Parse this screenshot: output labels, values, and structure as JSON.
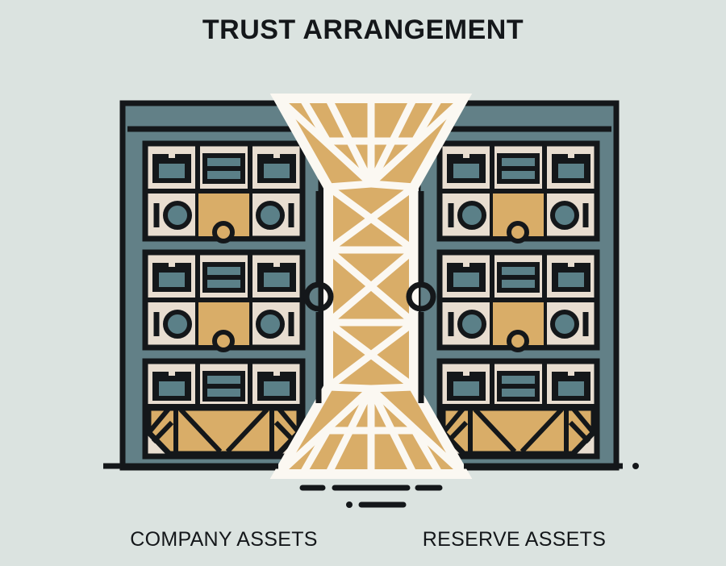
{
  "title": "TRUST ARRANGEMENT",
  "captions": {
    "left": "COMPANY ASSETS",
    "right": "RESERVE ASSETS"
  },
  "colors": {
    "background": "#dbe3e0",
    "outline": "#14171a",
    "frame_teal": "#628087",
    "box_teal": "#5b8088",
    "shelf_cream": "#e8ddd0",
    "tower_gold": "#d9ad68",
    "truss_white": "#fbf8f2",
    "ground_line": "#14171a"
  },
  "scene": {
    "name": "trust-arrangement-illustration",
    "description": "Two asset racks flanking a central gold support tower",
    "left_rack": {
      "label": "company-assets-rack",
      "shelf_count": 3,
      "columns_per_shelf": 3,
      "rows_per_shelf": 2
    },
    "right_rack": {
      "label": "reserve-assets-rack",
      "shelf_count": 3,
      "columns_per_shelf": 3,
      "rows_per_shelf": 2
    },
    "center_tower": {
      "label": "central-support-tower",
      "top_flare": true,
      "bottom_flare": true,
      "bracing": "white-truss-diagonals"
    },
    "gauge_left": {
      "label": "left-gauge-dial"
    },
    "gauge_right": {
      "label": "right-gauge-dial"
    },
    "ground": {
      "label": "ground-line",
      "dashes": 5
    }
  }
}
